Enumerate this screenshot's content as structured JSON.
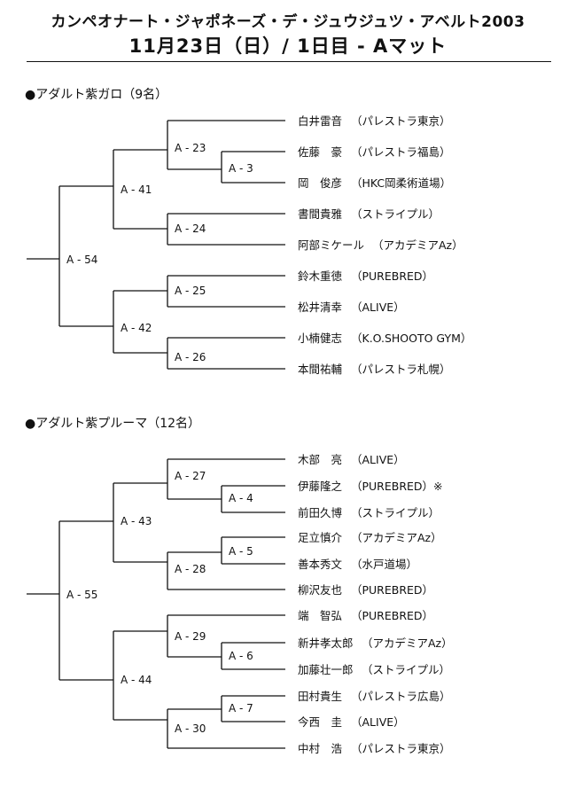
{
  "header": {
    "event_title": "カンペオナート・ジャポネーズ・デ・ジュウジュツ・アベルト2003",
    "date_line": "11月23日（日）/ 1日目 - Aマット"
  },
  "sections": [
    {
      "title": "●アダルト紫ガロ（9名）",
      "competitors": [
        {
          "name": "白井雷音",
          "team": "（パレストラ東京）"
        },
        {
          "name": "佐藤　豪",
          "team": "（パレストラ福島）"
        },
        {
          "name": "岡　俊彦",
          "team": "（HKC岡柔術道場）"
        },
        {
          "name": "書間貴雅",
          "team": "（ストライプル）"
        },
        {
          "name": "阿部ミケール",
          "team": "（アカデミアAz）"
        },
        {
          "name": "鈴木重徳",
          "team": "（PUREBRED）"
        },
        {
          "name": "松井清幸",
          "team": "（ALIVE）"
        },
        {
          "name": "小楠健志",
          "team": "（K.O.SHOOTO GYM）"
        },
        {
          "name": "本間祐輔",
          "team": "（パレストラ札幌）"
        }
      ],
      "matches": [
        "A - 3",
        "A - 23",
        "A - 24",
        "A - 25",
        "A - 26",
        "A - 41",
        "A - 42",
        "A - 54"
      ]
    },
    {
      "title": "●アダルト紫プルーマ（12名）",
      "competitors": [
        {
          "name": "木部　亮",
          "team": "（ALIVE）"
        },
        {
          "name": "伊藤隆之",
          "team": "（PUREBRED）※"
        },
        {
          "name": "前田久博",
          "team": "（ストライプル）"
        },
        {
          "name": "足立慎介",
          "team": "（アカデミアAz）"
        },
        {
          "name": "善本秀文",
          "team": "（水戸道場）"
        },
        {
          "name": "柳沢友也",
          "team": "（PUREBRED）"
        },
        {
          "name": "端　智弘",
          "team": "（PUREBRED）"
        },
        {
          "name": "新井孝太郎",
          "team": "（アカデミアAz）"
        },
        {
          "name": "加藤壮一郎",
          "team": "（ストライプル）"
        },
        {
          "name": "田村貴生",
          "team": "（パレストラ広島）"
        },
        {
          "name": "今西　圭",
          "team": "（ALIVE）"
        },
        {
          "name": "中村　浩",
          "team": "（パレストラ東京）"
        }
      ],
      "matches": [
        "A - 4",
        "A - 5",
        "A - 6",
        "A - 7",
        "A - 27",
        "A - 28",
        "A - 29",
        "A - 30",
        "A - 43",
        "A - 44",
        "A - 55"
      ]
    }
  ]
}
